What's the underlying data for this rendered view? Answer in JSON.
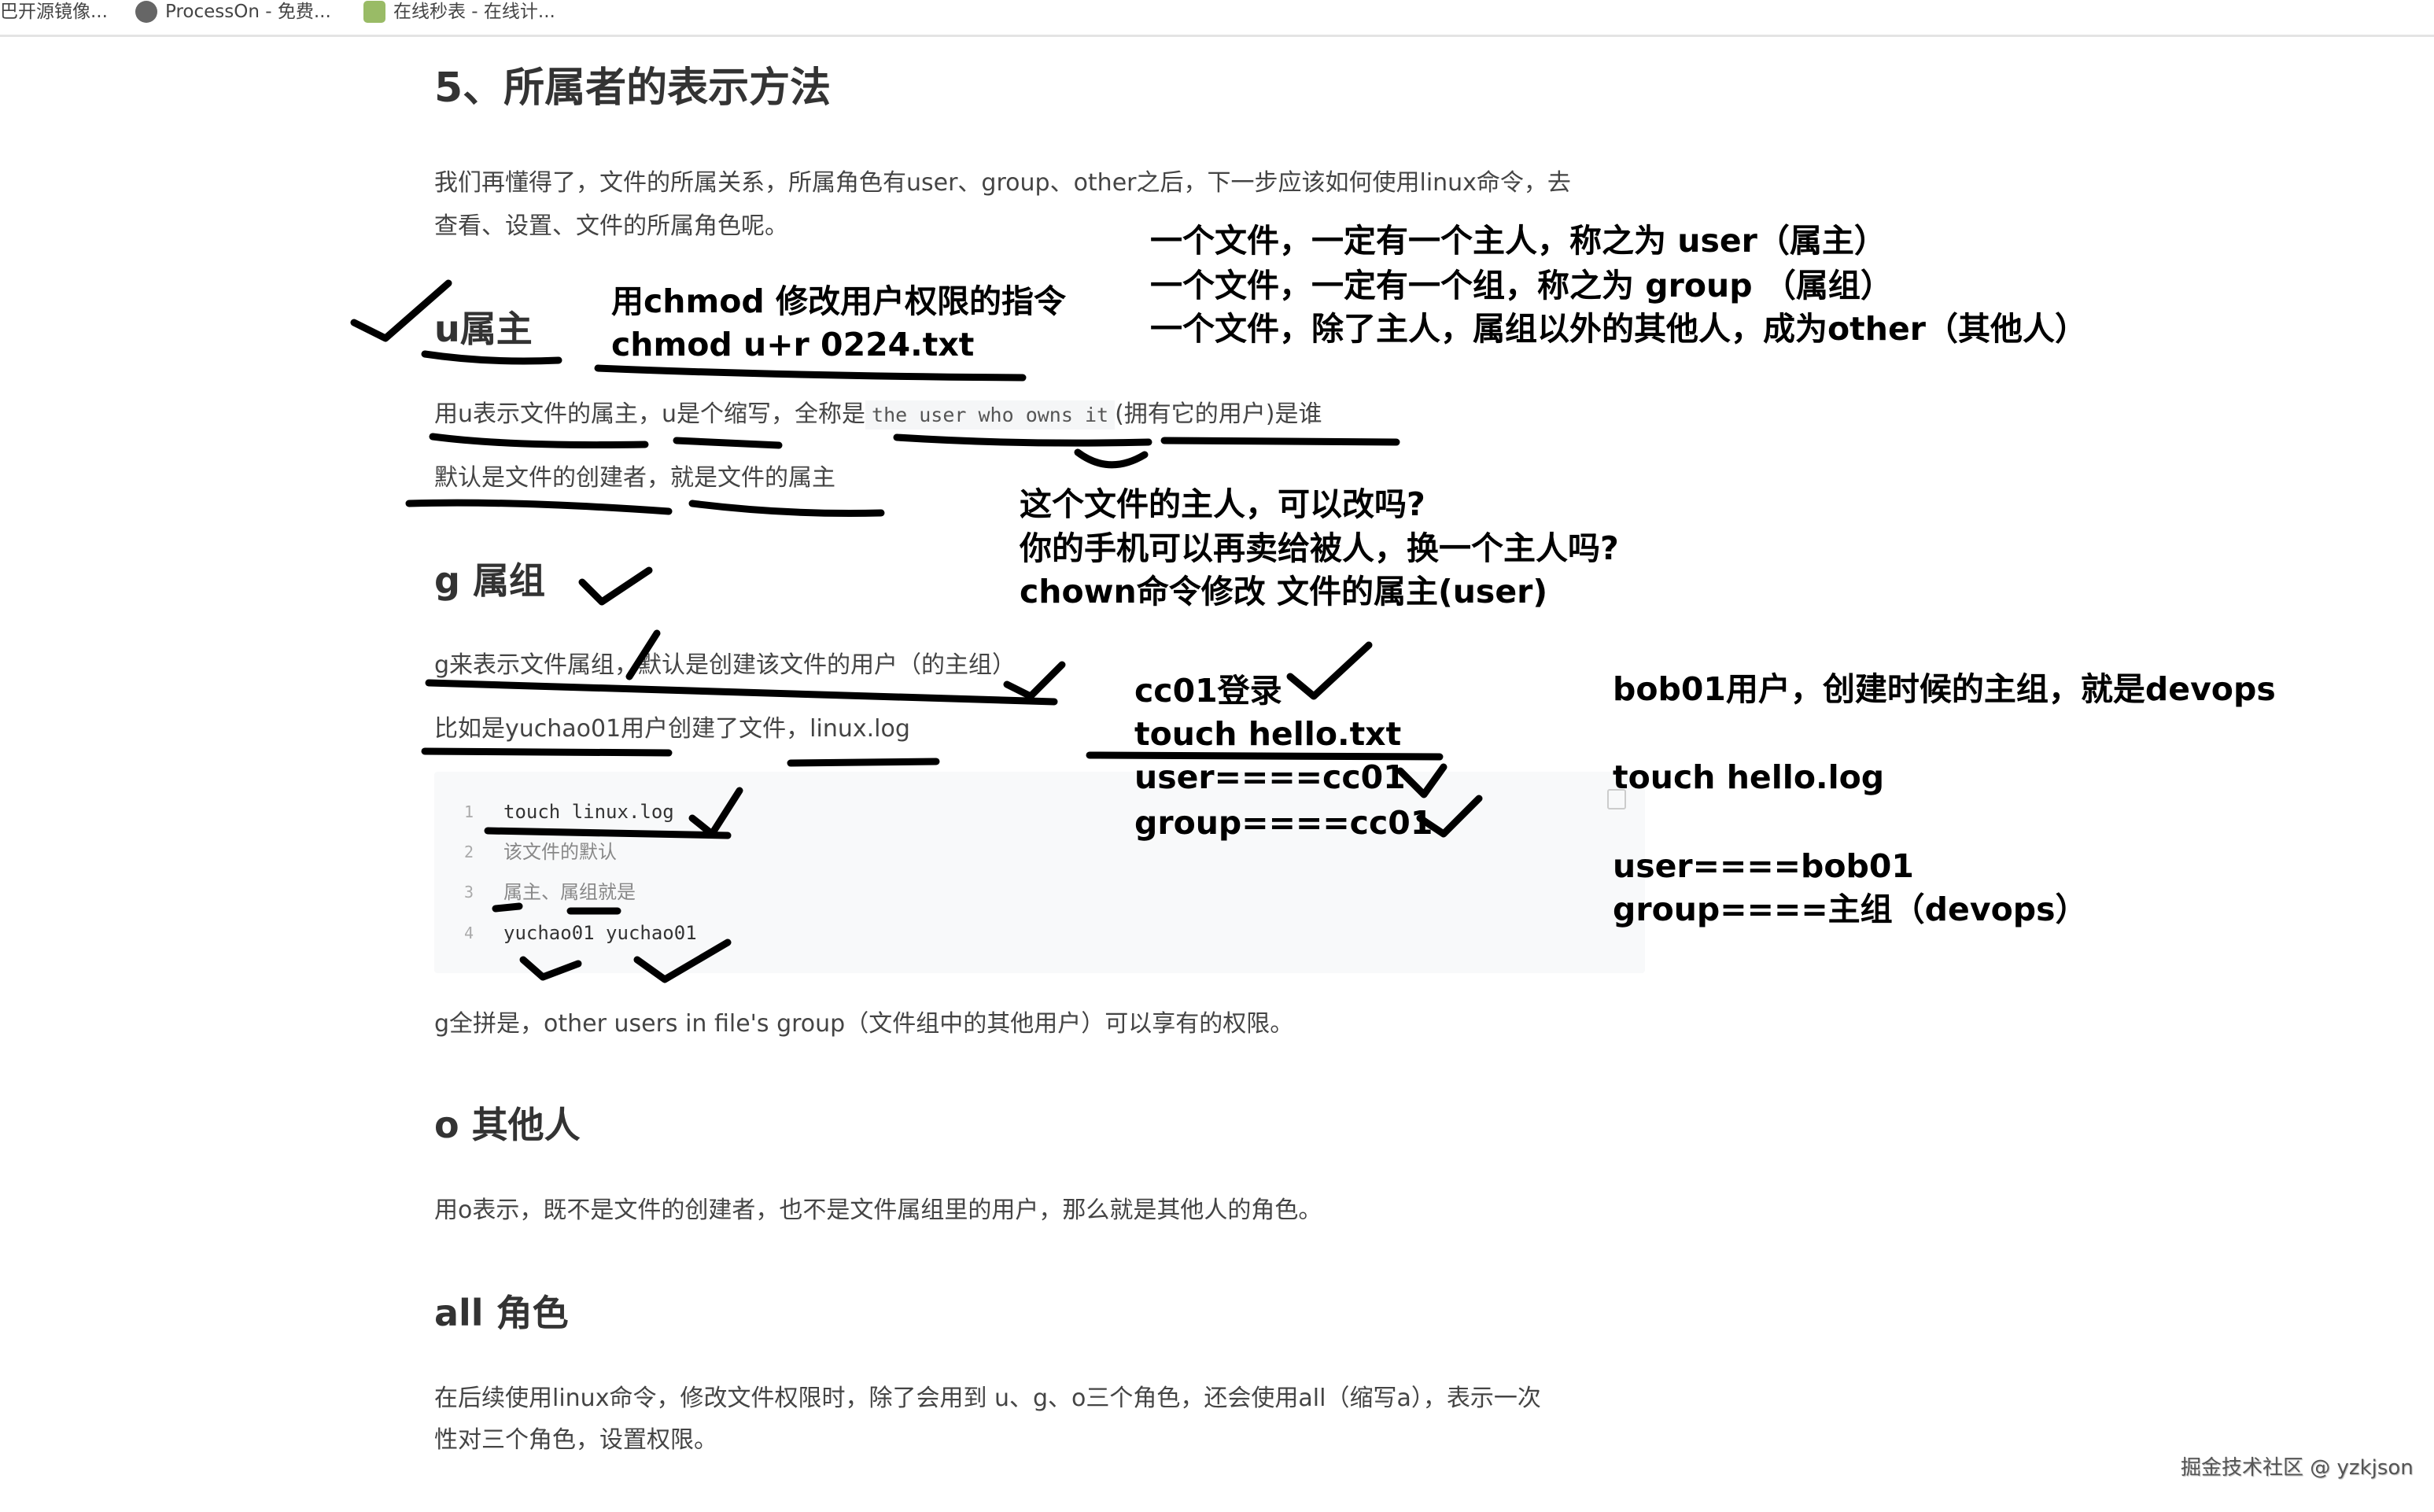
{
  "bookmarks": [
    {
      "label": "巴开源镜像...",
      "icon": "mirror-icon"
    },
    {
      "label": "ProcessOn - 免费...",
      "icon": "processon-icon"
    },
    {
      "label": "在线秒表 - 在线计...",
      "icon": "stopwatch-icon"
    }
  ],
  "article": {
    "section_title": "5、所属者的表示方法",
    "intro_line1": "我们再懂得了，文件的所属关系，所属角色有user、group、other之后，下一步应该如何使用linux命令，去",
    "intro_line2": "查看、设置、文件的所属角色呢。",
    "u_heading": "u属主",
    "u_line1_a": "用u表示文件的属主，u是个缩写，全称是",
    "u_line1_code": "the user who owns it",
    "u_line1_b": "(拥有它的用户)是谁",
    "u_line2": "默认是文件的创建者，就是文件的属主",
    "g_heading": "g 属组",
    "g_line1": "g来表示文件属组，默认是创建该文件的用户（的主组）",
    "g_line2": "比如是yuchao01用户创建了文件，linux.log",
    "code_lines": [
      {
        "num": "1",
        "text": "touch linux.log"
      },
      {
        "num": "2",
        "text": "该文件的默认"
      },
      {
        "num": "3",
        "text": "属主、属组就是"
      },
      {
        "num": "4",
        "text": "yuchao01 yuchao01"
      }
    ],
    "g_fullname": "g全拼是，other users in file's group（文件组中的其他用户）可以享有的权限。",
    "o_heading": "o 其他人",
    "o_line": "用o表示，既不是文件的创建者，也不是文件属组里的用户，那么就是其他人的角色。",
    "all_heading": "all 角色",
    "all_line1": "在后续使用linux命令，修改文件权限时，除了会用到 u、g、o三个角色，还会使用all（缩写a），表示一次",
    "all_line2": "性对三个角色，设置权限。"
  },
  "annotations": {
    "owner_notes": [
      "一个文件，一定有一个主人，称之为 user（属主）",
      "一个文件，一定有一个组，称之为 group （属组）",
      "一个文件，除了主人，属组以外的其他人，成为other（其他人）"
    ],
    "chmod_notes": [
      "用chmod 修改用户权限的指令",
      "chmod u+r  0224.txt"
    ],
    "chown_notes": [
      "这个文件的主人，可以改吗?",
      "你的手机可以再卖给被人，换一个主人吗?",
      "chown命令修改 文件的属主(user)"
    ],
    "cc01_notes": [
      "cc01登录",
      "touch  hello.txt",
      "user====cc01",
      "group====cc01"
    ],
    "bob01_notes": [
      "bob01用户，创建时候的主组，就是devops",
      "touch  hello.log",
      "user====bob01",
      "group====主组（devops）"
    ]
  },
  "watermark": "掘金技术社区 @ yzkjson",
  "colors": {
    "ink": "#000000",
    "code_bg": "#f8f9fa",
    "text": "#444444"
  }
}
